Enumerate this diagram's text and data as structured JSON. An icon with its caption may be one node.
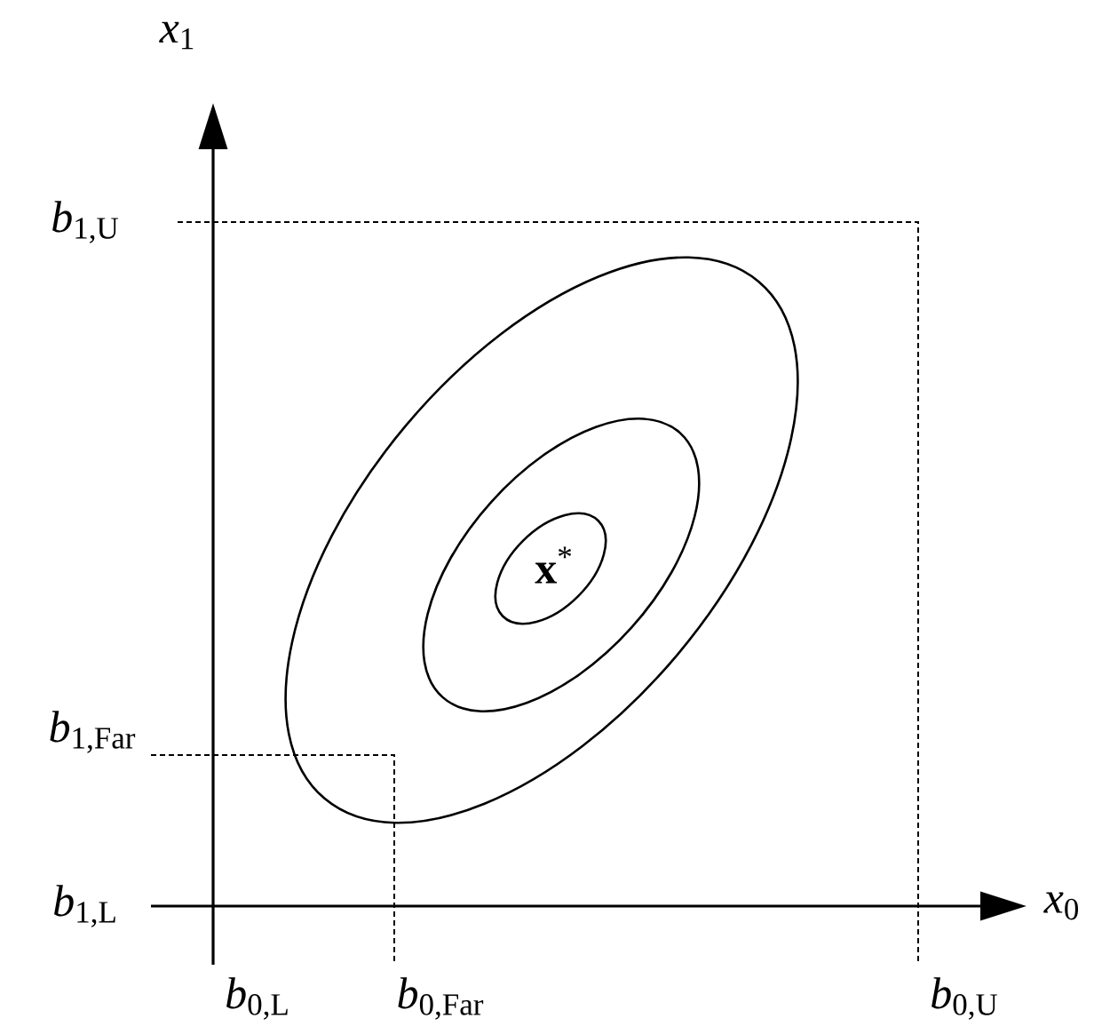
{
  "diagram": {
    "labels": [
      "*x*$_{1}$",
      "*b*$_{1,U}$",
      "**x**$^{*}$",
      "*b*$_{1,Far}$",
      "*b*$_{1,L}$",
      "*x*$_{0}$",
      "*b*$_{0,L}$",
      "*b*$_{0,Far}$",
      "*b*$_{0,U}$"
    ]
  }
}
